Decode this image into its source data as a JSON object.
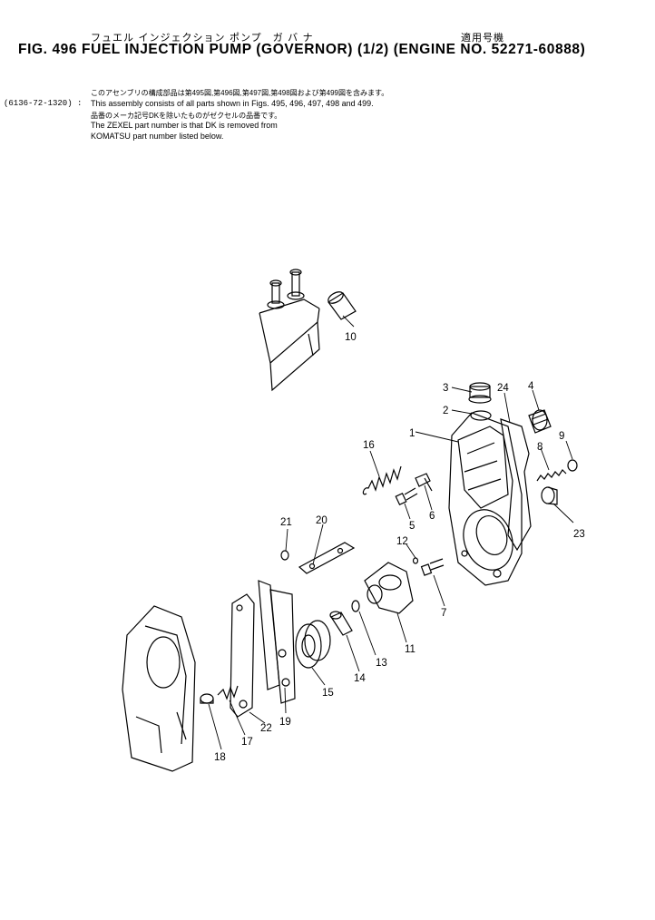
{
  "header": {
    "jp_title": "フュエル インジェクション ポンプ　ガ バ ナ",
    "jp_usage": "適用号機",
    "title": "FIG. 496  FUEL INJECTION PUMP (GOVERNOR) (1/2) (ENGINE NO. 52271-60888)"
  },
  "notes": {
    "assembly_no": "(6136-72-1320) :",
    "jp_line1": "このアセンブリの構成部品は第495図,第496図,第497図,第498図および第499図を含みます。",
    "line1": "This assembly consists of all parts shown in Figs. 495, 496, 497, 498 and 499.",
    "jp_line2": "品番のメーカ記号DKを除いたものがゼクセルの品番です。",
    "line2": "The ZEXEL part number is that DK is removed from",
    "line3": "KOMATSU part number listed below."
  },
  "callouts": [
    "1",
    "2",
    "3",
    "4",
    "5",
    "6",
    "7",
    "8",
    "9",
    "10",
    "11",
    "12",
    "13",
    "14",
    "15",
    "16",
    "17",
    "18",
    "19",
    "20",
    "21",
    "22",
    "23",
    "24"
  ]
}
